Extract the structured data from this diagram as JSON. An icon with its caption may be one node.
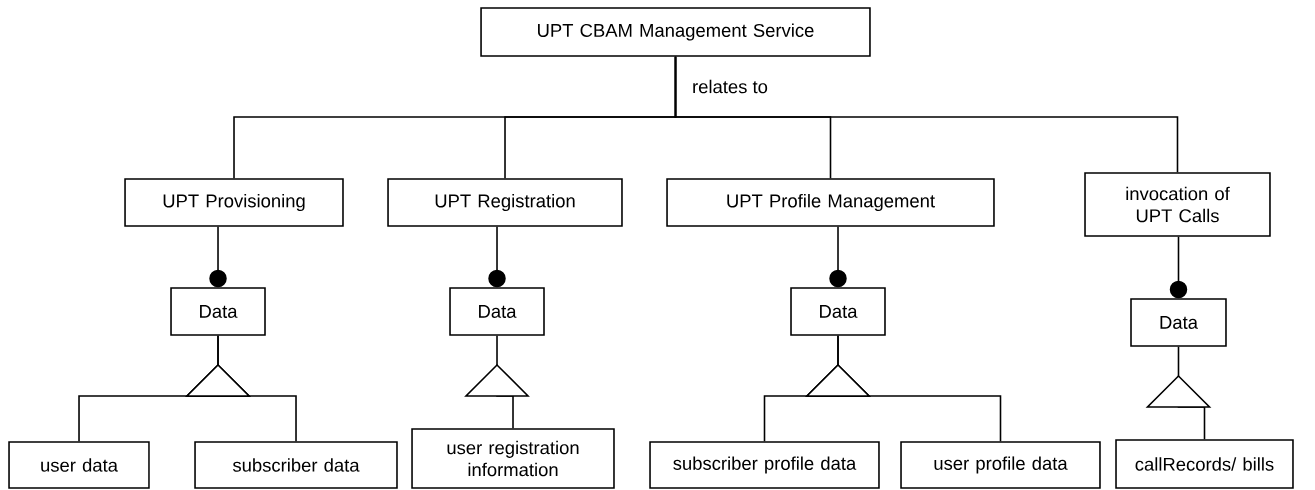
{
  "diagram": {
    "nodes": [
      {
        "text": [
          "UPT CBAM Management Service"
        ]
      },
      {
        "text": [
          "UPT Provisioning"
        ]
      },
      {
        "text": [
          "UPT Registration"
        ]
      },
      {
        "text": [
          "UPT Profile Management"
        ]
      },
      {
        "text": [
          "invocation of UPT Calls"
        ]
      },
      {
        "text": [
          "Data"
        ]
      },
      {
        "text": [
          "Data"
        ]
      },
      {
        "text": [
          "Data"
        ]
      },
      {
        "text": [
          "Data"
        ]
      },
      {
        "text": [
          "user data"
        ]
      },
      {
        "text": [
          "subscriber data"
        ]
      },
      {
        "text": [
          "user registration information"
        ]
      },
      {
        "text": [
          "subscriber profile data"
        ]
      },
      {
        "text": [
          "user profile data"
        ]
      },
      {
        "text": [
          "callRecords/ bills"
        ]
      }
    ],
    "edges": [
      {
        "from": 0,
        "to": 1,
        "arrow": "none",
        "label": "relates to"
      },
      {
        "from": 0,
        "to": 2,
        "arrow": "none"
      },
      {
        "from": 0,
        "to": 3,
        "arrow": "none"
      },
      {
        "from": 0,
        "to": 4,
        "arrow": "none"
      },
      {
        "from": 1,
        "to": 5,
        "arrow": "other"
      },
      {
        "from": 2,
        "to": 6,
        "arrow": "other"
      },
      {
        "from": 3,
        "to": 7,
        "arrow": "other"
      },
      {
        "from": 4,
        "to": 8,
        "arrow": "other"
      },
      {
        "from": 9,
        "to": 5,
        "arrow": "to"
      },
      {
        "from": 10,
        "to": 5,
        "arrow": "to"
      },
      {
        "from": 11,
        "to": 6,
        "arrow": "to"
      },
      {
        "from": 12,
        "to": 7,
        "arrow": "to"
      },
      {
        "from": 13,
        "to": 7,
        "arrow": "to"
      },
      {
        "from": 14,
        "to": 8,
        "arrow": "to"
      }
    ]
  }
}
